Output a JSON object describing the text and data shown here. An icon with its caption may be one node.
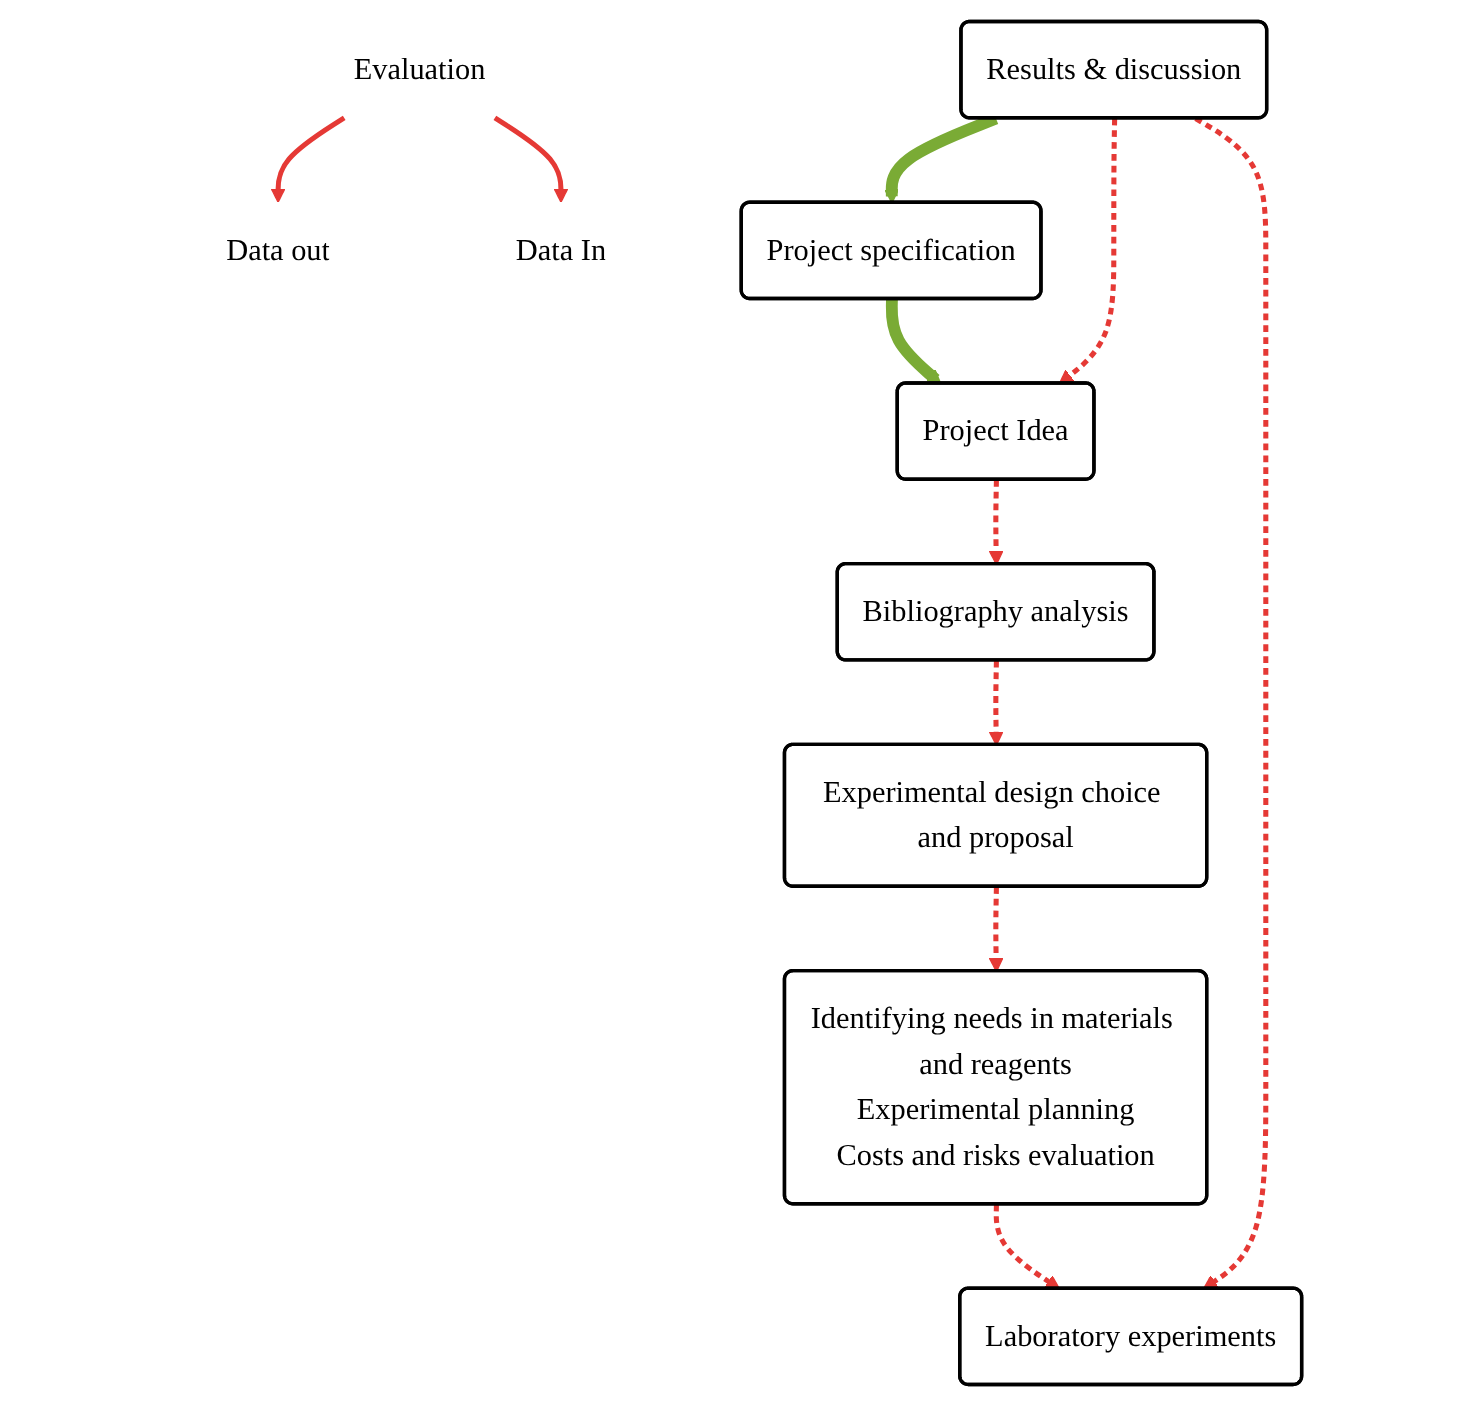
{
  "diagram": {
    "nodes": [
      {
        "text": [
          "Project specification"
        ]
      },
      {
        "text": [
          "Project Idea"
        ]
      },
      {
        "text": [
          "Results & discussion"
        ]
      },
      {
        "text": [
          "Bibliography analysis"
        ]
      },
      {
        "text": [
          "Laboratory experiments"
        ]
      },
      {
        "text": [
          "Experimental design choice and proposal"
        ]
      },
      {
        "text": [
          "Identifying needs in materials and reagents",
          "Experimental planning",
          "Costs and risks evaluation"
        ]
      },
      {
        "text": [
          "Data out"
        ]
      },
      {
        "text": [
          "Evaluation"
        ]
      },
      {
        "text": [
          "Data In"
        ]
      }
    ],
    "edges": [
      {
        "from": 2,
        "to": 0,
        "arrow": "to",
        "style": "thick",
        "color": "#7aab35"
      },
      {
        "from": 0,
        "to": 1,
        "arrow": "to",
        "style": "thick",
        "color": "#7aab35"
      },
      {
        "from": 8,
        "to": 7,
        "arrow": "to"
      },
      {
        "from": 8,
        "to": 9,
        "arrow": "to"
      },
      {
        "from": 2,
        "to": 1,
        "arrow": "to",
        "style": "dashed"
      },
      {
        "from": 1,
        "to": 3,
        "arrow": "to",
        "style": "dashed"
      },
      {
        "from": 3,
        "to": 5,
        "arrow": "to",
        "style": "dashed"
      },
      {
        "from": 5,
        "to": 6,
        "arrow": "to",
        "style": "dashed"
      },
      {
        "from": 6,
        "to": 4,
        "arrow": "to",
        "style": "dashed"
      },
      {
        "from": 2,
        "to": 4,
        "arrow": "to",
        "style": "dashed"
      }
    ]
  }
}
